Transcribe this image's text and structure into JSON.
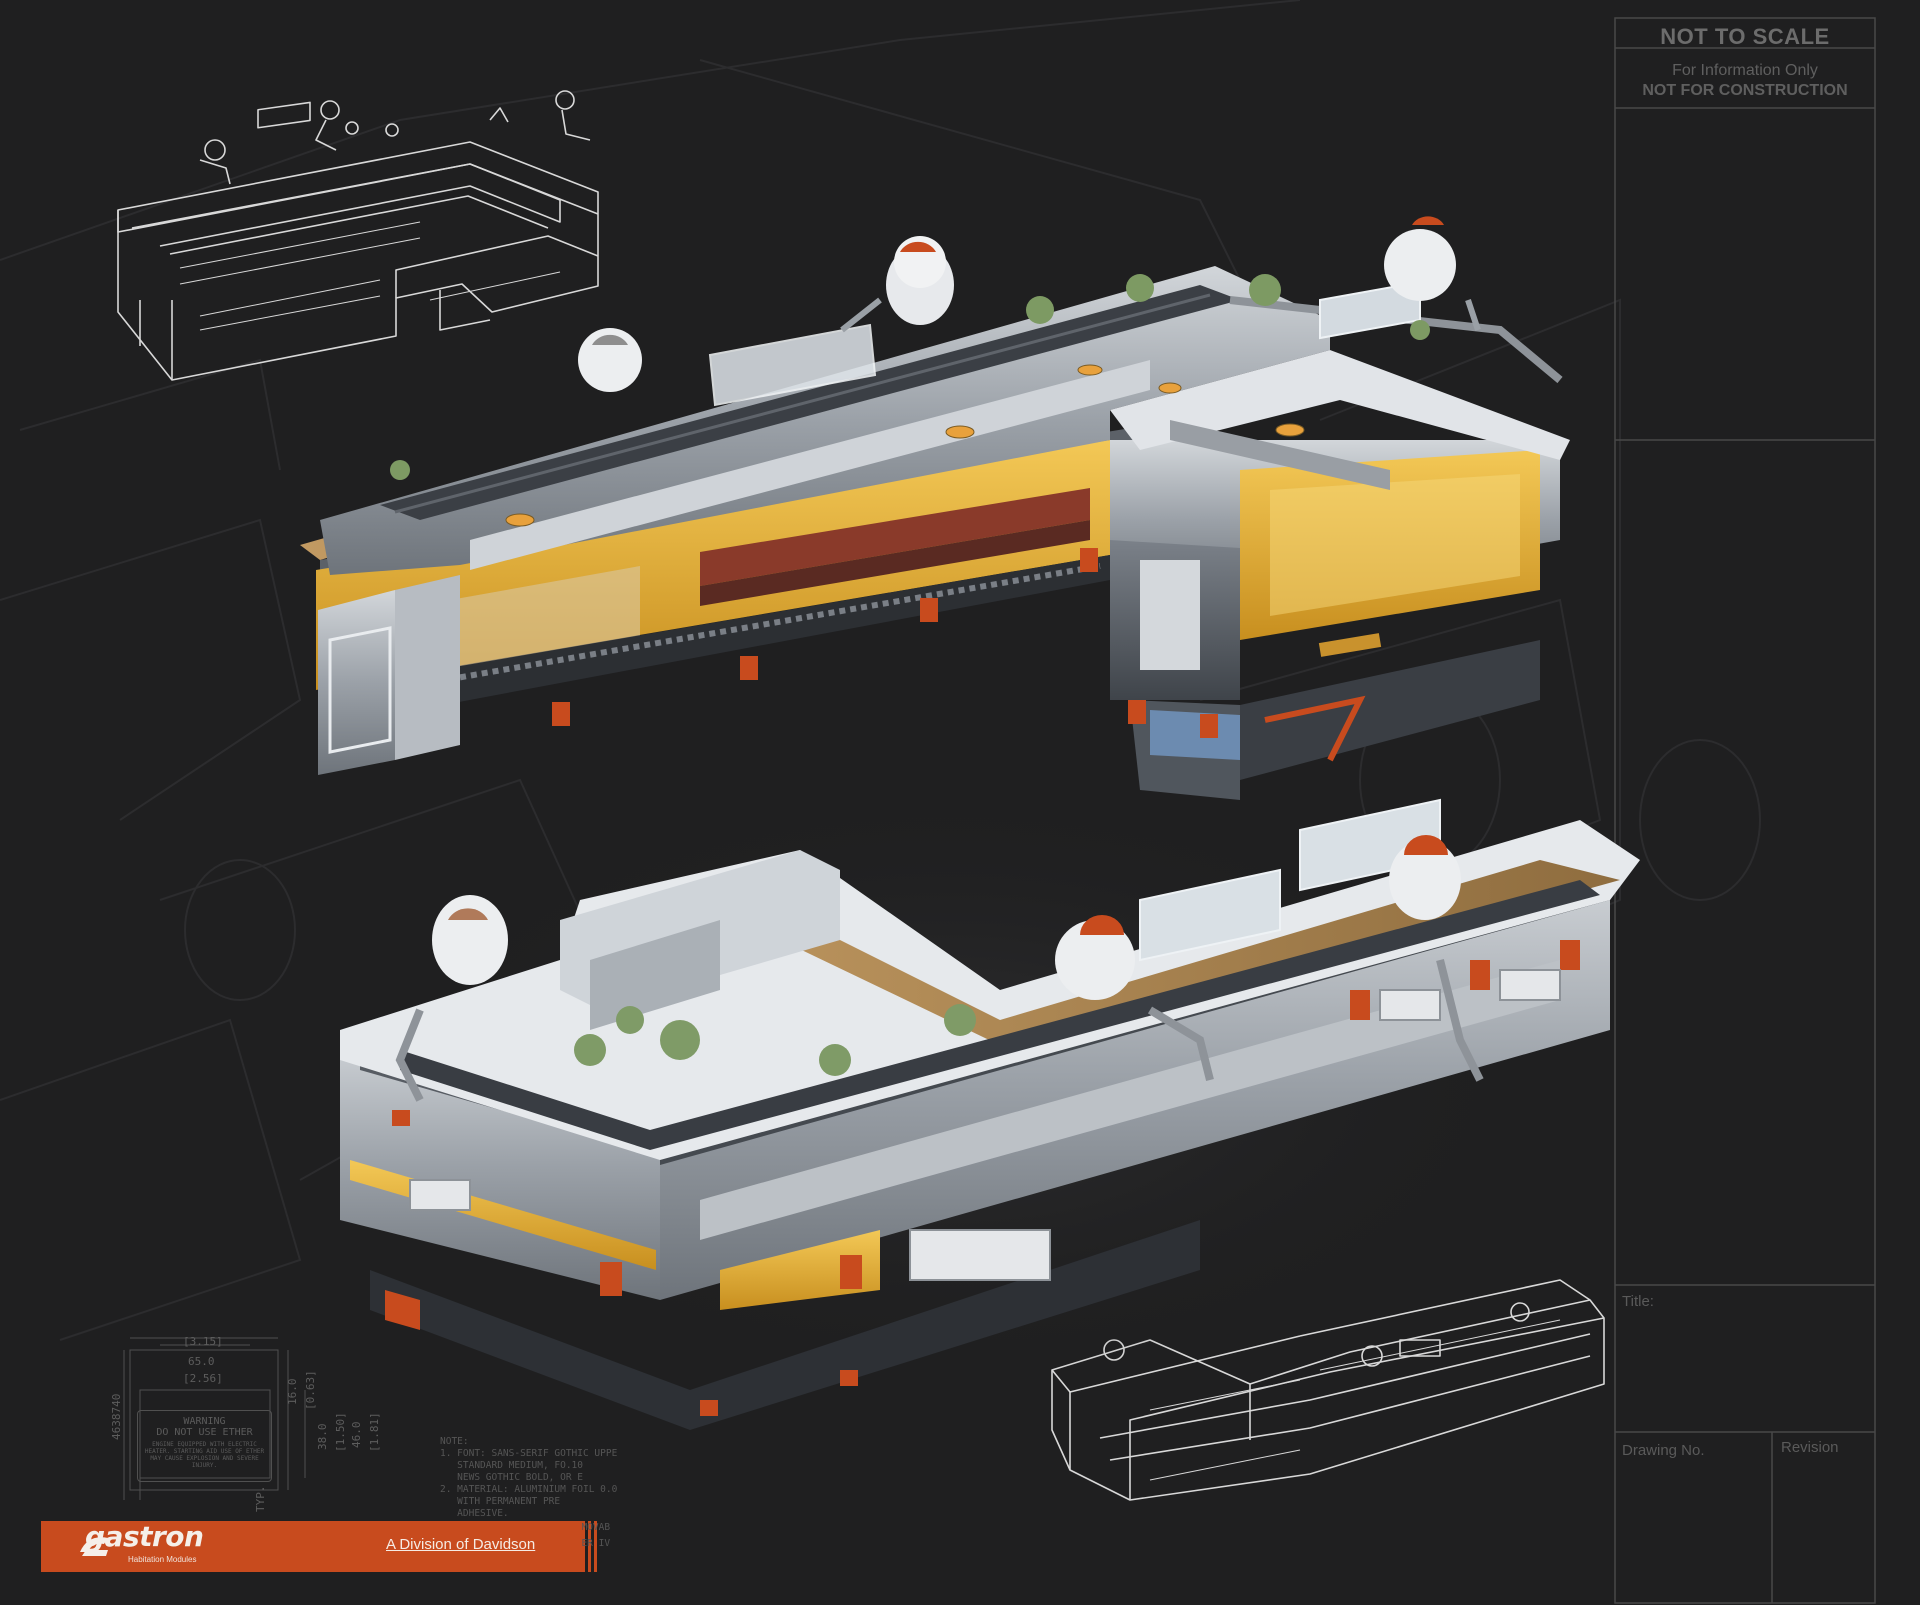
{
  "title_block": {
    "not_to_scale": "NOT TO SCALE",
    "info_only": "For Information Only",
    "not_for_construction": "NOT FOR CONSTRUCTION",
    "title_label": "Title:",
    "drawing_no_label": "Drawing No.",
    "revision_label": "Revision"
  },
  "dimensions": {
    "d1": "[3.15]",
    "d2": "65.0",
    "d3": "[2.56]",
    "d4": "16.0",
    "d5": "[0.63]",
    "d6": "38.0",
    "d7": "[1.50]",
    "d8": "46.0",
    "d9": "[1.81]",
    "vertical_code": "4638740",
    "typ": "TYP."
  },
  "warning": {
    "title": "WARNING",
    "subtitle": "DO NOT USE ETHER",
    "body": "ENGINE EQUIPPED WITH ELECTRIC HEATER. STARTING AID USE OF ETHER MAY CAUSE EXPLOSION AND SEVERE INJURY."
  },
  "notes": {
    "header": "NOTE:",
    "line1": "1. FONT: SANS-SERIF GOTHIC UPPE",
    "line2": "   STANDARD MEDIUM, FO.10",
    "line3": "   NEWS GOTHIC BOLD, OR E",
    "line4": "2. MATERIAL: ALUMINIUM FOIL 0.0",
    "line5": "   WITH PERMANENT PRE",
    "line6": "   ADHESIVE.",
    "side1": "REMOVAB",
    "side2": "TIER IV"
  },
  "brand": {
    "name": "gastron",
    "tagline": "Habitation Modules",
    "division": "A Division of Davidson",
    "color": "#c84b1e"
  },
  "colors": {
    "background": "#1f1f20",
    "accent_orange": "#c84b1e",
    "module_yellow": "#e9b43c",
    "module_steel": "#a8adb3",
    "wood_trim": "#b08a55"
  }
}
